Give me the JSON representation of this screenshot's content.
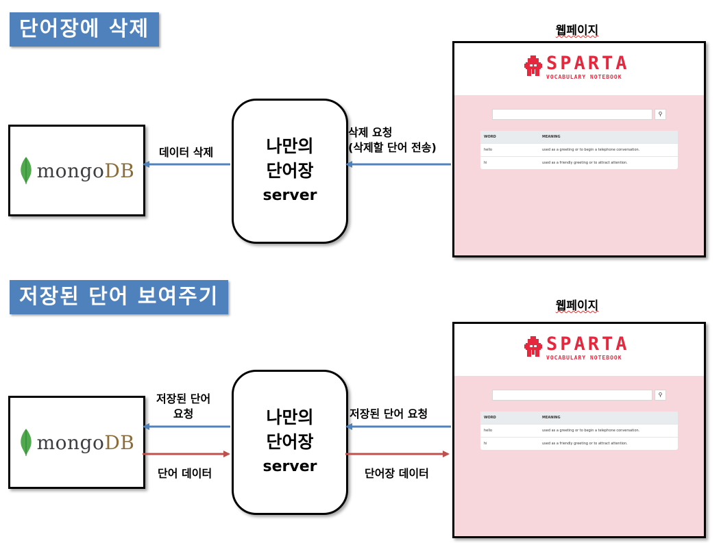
{
  "sections": [
    {
      "title": "단어장에 삭제",
      "db_label": {
        "mongo": "mongo",
        "db": "DB"
      },
      "server": {
        "line1": "나만의",
        "line2": "단어장",
        "line3": "server"
      },
      "arrow_left_label": "데이터 삭제",
      "arrow_right_label_line1": "삭제 요청",
      "arrow_right_label_line2": "(삭제할 단어 전송)",
      "webpage_title": "웹페이지"
    },
    {
      "title": "저장된 단어 보여주기",
      "db_label": {
        "mongo": "mongo",
        "db": "DB"
      },
      "server": {
        "line1": "나만의",
        "line2": "단어장",
        "line3": "server"
      },
      "request_label_line1": "저장된 단어",
      "request_label_line2": "요청",
      "response_label": "단어 데이터",
      "web_request_label": "저장된 단어 요청",
      "web_response_label": "단어장 데이터",
      "webpage_title": "웹페이지"
    }
  ],
  "webpage": {
    "brand": "SPARTA",
    "subtitle": "VOCABULARY NOTEBOOK",
    "search_icon": "search-icon",
    "table": {
      "headers": [
        "WORD",
        "MEANING"
      ],
      "rows": [
        [
          "hello",
          "used as a greeting or to begin a telephone conversation."
        ],
        [
          "hi",
          "used as a friendly greeting or to attract attention."
        ]
      ]
    }
  },
  "colors": {
    "banner": "#4f81bd",
    "request_arrow": "#4f81bd",
    "response_arrow": "#c0504d",
    "brand": "#e6283f",
    "page_pink": "#f8d7dc"
  }
}
